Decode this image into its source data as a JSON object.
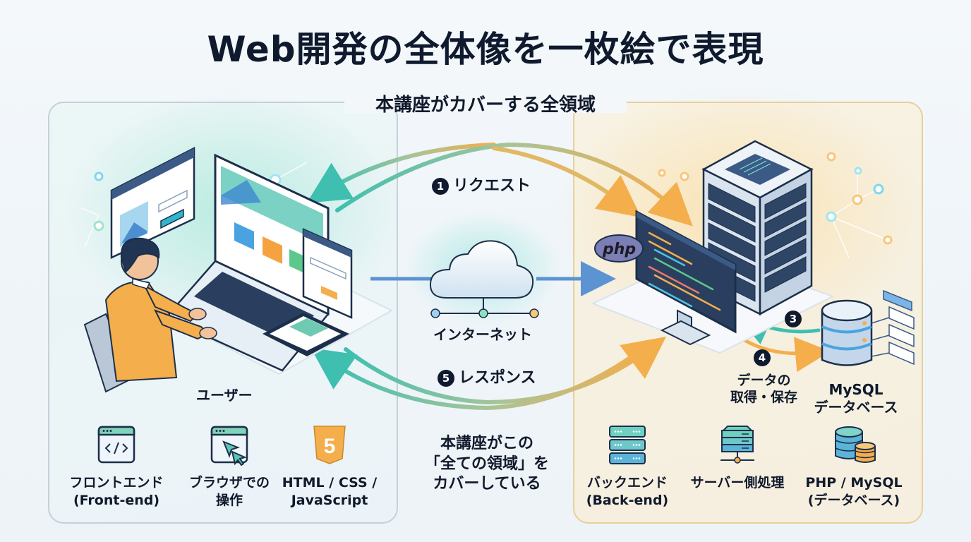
{
  "header": {
    "title": "Web開発の全体像を一枚絵で表現",
    "subtitle": "本講座がカバーする全領域"
  },
  "flow": {
    "request": {
      "step": "1",
      "label": "リクエスト"
    },
    "internet": {
      "label": "インターネット"
    },
    "db_query": {
      "step": "3"
    },
    "db_save": {
      "step": "4",
      "label_line1": "データの",
      "label_line2": "取得・保存"
    },
    "response": {
      "step": "5",
      "label": "レスポンス"
    }
  },
  "left_panel": {
    "user_label": "ユーザー",
    "features": [
      {
        "icon": "code-window-icon",
        "line1": "フロントエンド",
        "line2": "(Front-end)"
      },
      {
        "icon": "browser-cursor-icon",
        "line1": "ブラウザでの",
        "line2": "操作"
      },
      {
        "icon": "html5-icon",
        "line1": "HTML / CSS /",
        "line2": "JavaScript",
        "badge_text": "5"
      }
    ]
  },
  "right_panel": {
    "php_logo": "php",
    "database_label_line1": "MySQL",
    "database_label_line2": "データベース",
    "features": [
      {
        "icon": "server-stack-icon",
        "line1": "バックエンド",
        "line2": "(Back-end)"
      },
      {
        "icon": "network-server-icon",
        "line1": "サーバー側処理",
        "line2": ""
      },
      {
        "icon": "database-icon",
        "line1": "PHP / MySQL",
        "line2": "(データベース)"
      }
    ]
  },
  "center_note": {
    "line1": "本講座がこの",
    "line2": "「全ての領域」を",
    "line3": "カバーしている"
  },
  "colors": {
    "teal": "#3fbfb0",
    "orange": "#f4ae4c",
    "blue": "#5b93d3",
    "navy": "#0f1a2e",
    "frontend_bg": "#e6f4f2",
    "backend_bg": "#f8eed8"
  }
}
